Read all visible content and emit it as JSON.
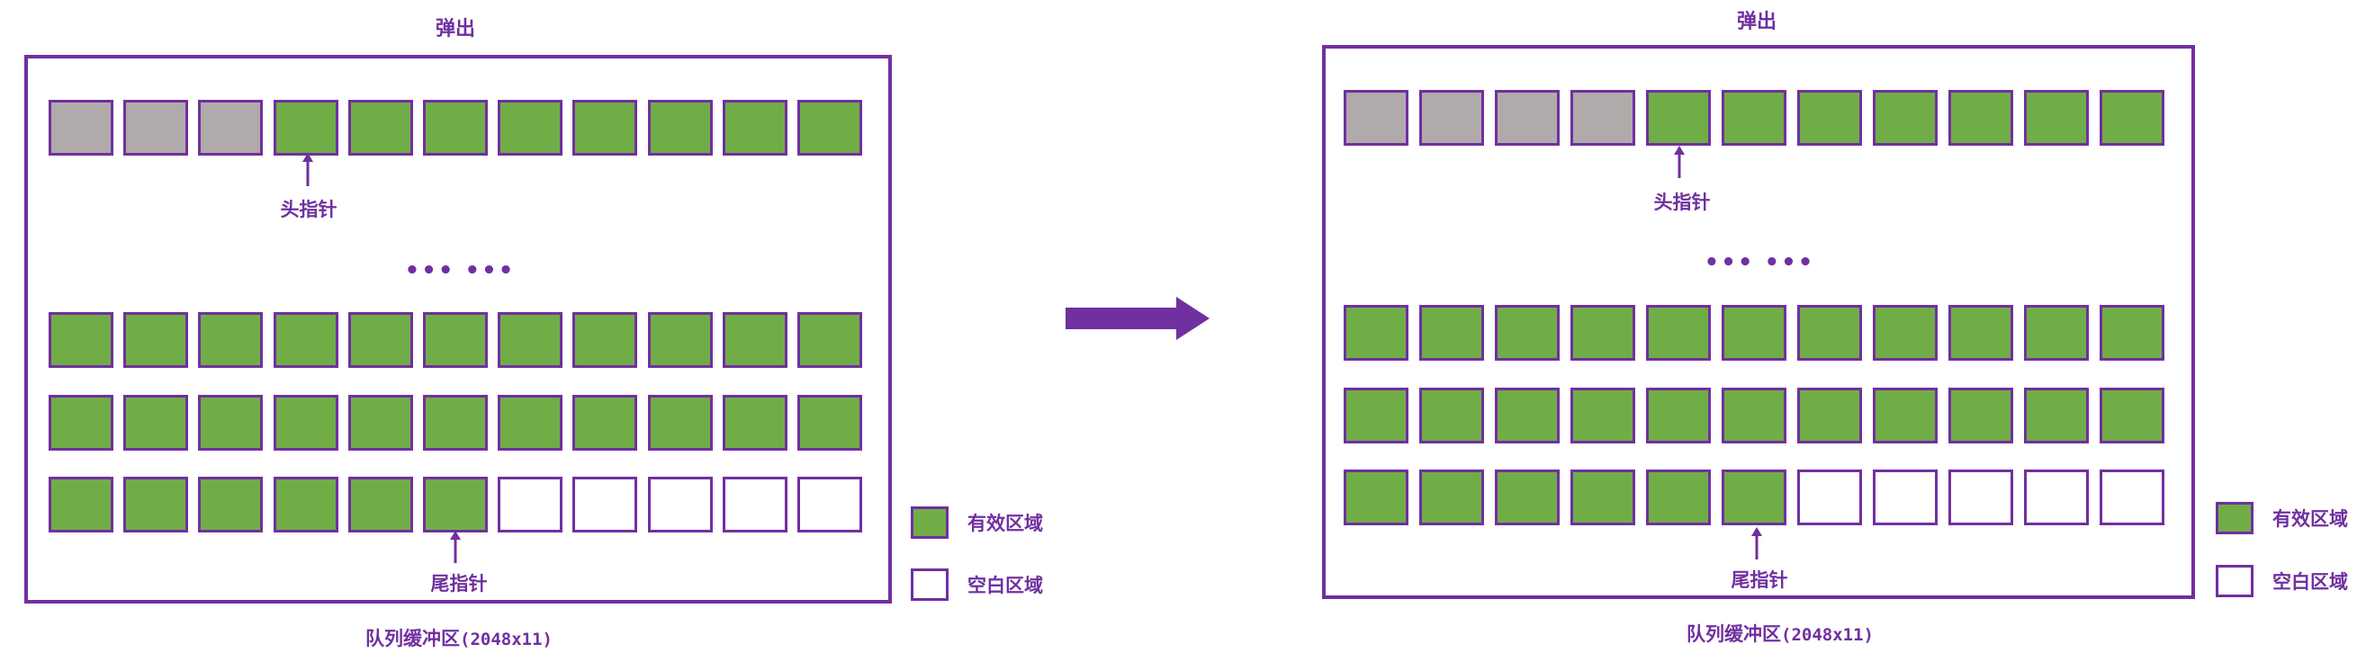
{
  "colors": {
    "accent": "#7030a0",
    "valid": "#70ad47",
    "popped": "#b0aaaa",
    "empty": "#ffffff"
  },
  "left": {
    "title": "弹出",
    "head_label": "头指针",
    "tail_label": "尾指针",
    "ellipsis": "••• •••",
    "caption_text": "队列缓冲区",
    "caption_dims": "(2048x11)",
    "rows": [
      [
        "popped",
        "popped",
        "popped",
        "valid",
        "valid",
        "valid",
        "valid",
        "valid",
        "valid",
        "valid",
        "valid"
      ],
      [
        "valid",
        "valid",
        "valid",
        "valid",
        "valid",
        "valid",
        "valid",
        "valid",
        "valid",
        "valid",
        "valid"
      ],
      [
        "valid",
        "valid",
        "valid",
        "valid",
        "valid",
        "valid",
        "valid",
        "valid",
        "valid",
        "valid",
        "valid"
      ],
      [
        "valid",
        "valid",
        "valid",
        "valid",
        "valid",
        "valid",
        "empty",
        "empty",
        "empty",
        "empty",
        "empty"
      ]
    ],
    "legend": [
      {
        "label": "有效区域",
        "kind": "valid"
      },
      {
        "label": "空白区域",
        "kind": "empty"
      }
    ]
  },
  "right": {
    "title": "弹出",
    "head_label": "头指针",
    "tail_label": "尾指针",
    "ellipsis": "••• •••",
    "caption_text": "队列缓冲区",
    "caption_dims": "(2048x11)",
    "rows": [
      [
        "popped",
        "popped",
        "popped",
        "popped",
        "valid",
        "valid",
        "valid",
        "valid",
        "valid",
        "valid",
        "valid"
      ],
      [
        "valid",
        "valid",
        "valid",
        "valid",
        "valid",
        "valid",
        "valid",
        "valid",
        "valid",
        "valid",
        "valid"
      ],
      [
        "valid",
        "valid",
        "valid",
        "valid",
        "valid",
        "valid",
        "valid",
        "valid",
        "valid",
        "valid",
        "valid"
      ],
      [
        "valid",
        "valid",
        "valid",
        "valid",
        "valid",
        "valid",
        "empty",
        "empty",
        "empty",
        "empty",
        "empty"
      ]
    ],
    "legend": [
      {
        "label": "有效区域",
        "kind": "valid"
      },
      {
        "label": "空白区域",
        "kind": "empty"
      }
    ]
  }
}
